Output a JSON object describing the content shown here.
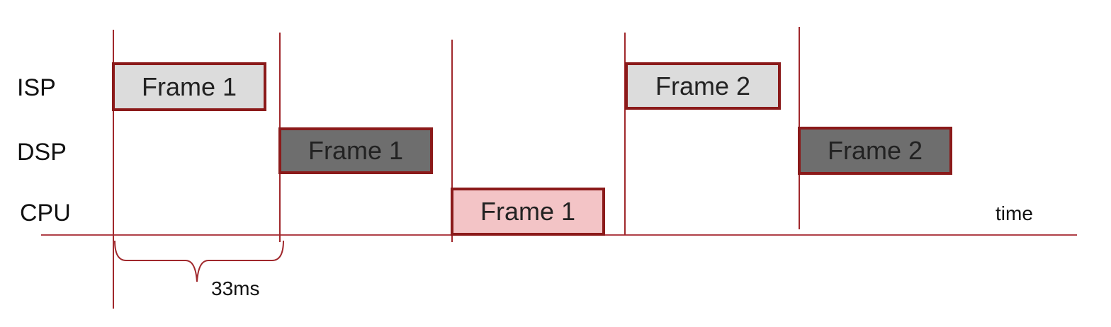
{
  "lanes": {
    "isp": "ISP",
    "dsp": "DSP",
    "cpu": "CPU"
  },
  "frames": {
    "isp_1": "Frame 1",
    "dsp_1": "Frame 1",
    "cpu_1": "Frame 1",
    "isp_2": "Frame 2",
    "dsp_2": "Frame 2"
  },
  "axis": {
    "time_label": "time"
  },
  "interval": {
    "label": "33ms"
  },
  "colors": {
    "line": "#a0282c",
    "box_border": "#8b1a1a",
    "isp_fill": "#dcdcdc",
    "dsp_fill": "#6e6e6e",
    "cpu_fill": "#f3c4c6"
  }
}
